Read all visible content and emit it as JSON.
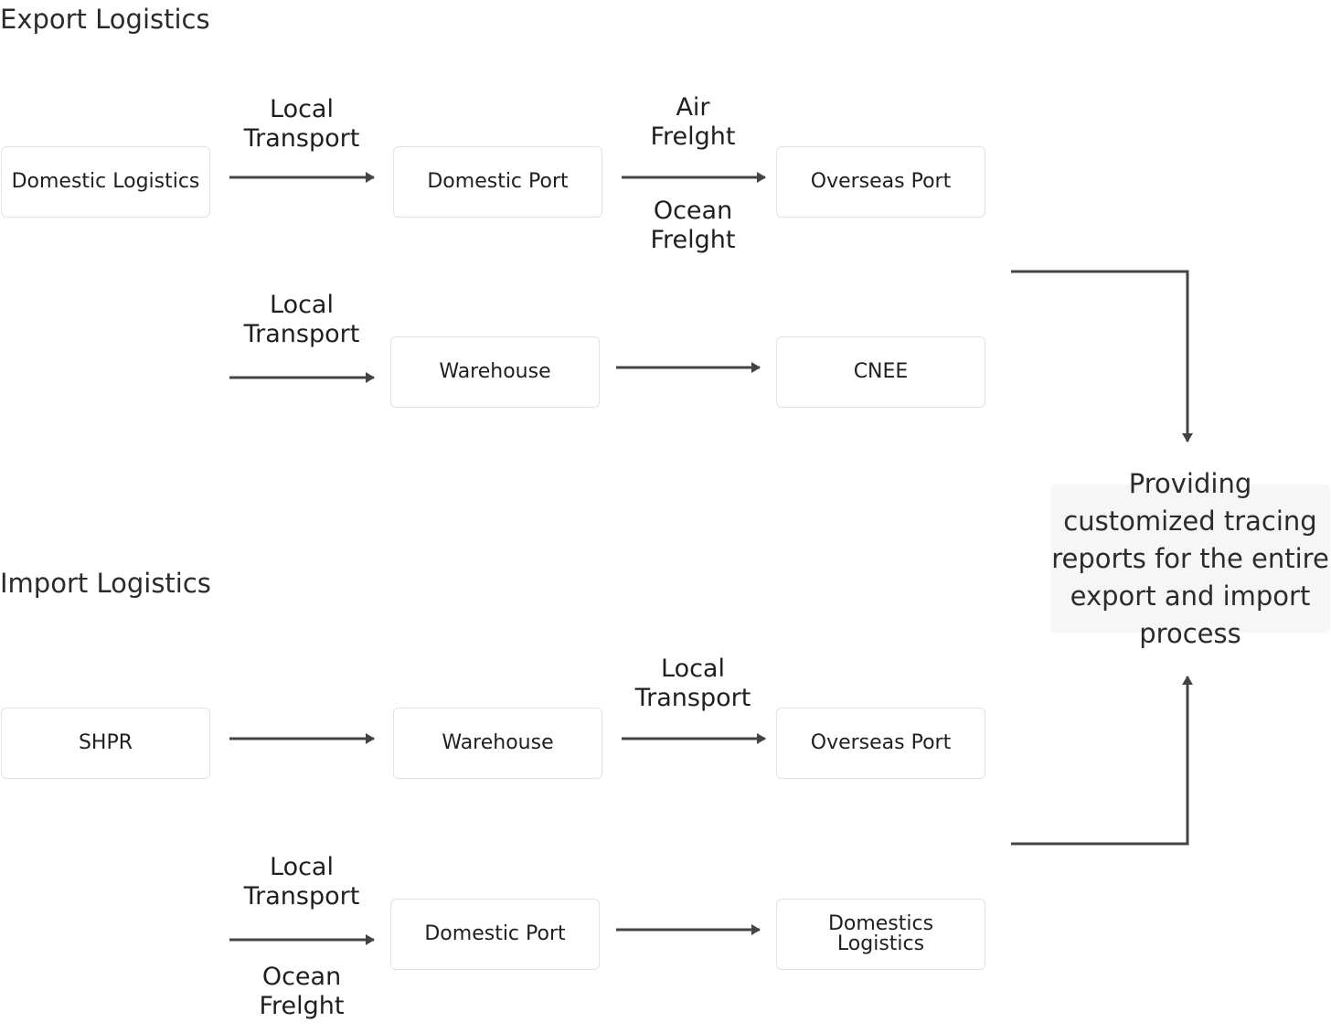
{
  "sections": {
    "export_title": "Export Logistics",
    "import_title": "Import Logistics"
  },
  "nodes": {
    "export_domestic_logistics": "Domestic Logistics",
    "export_domestic_port": "Domestic Port",
    "export_overseas_port": "Overseas Port",
    "export_warehouse": "Warehouse",
    "export_cnee": "CNEE",
    "import_shpr": "SHPR",
    "import_warehouse": "Warehouse",
    "import_overseas_port": "Overseas Port",
    "import_domestic_port": "Domestic Port",
    "import_domestics_logistics_line1": "Domestics",
    "import_domestics_logistics_line2": "Logistics"
  },
  "edge_labels": {
    "export_local_transport_1": "Local\nTransport",
    "export_air_freight": "Air\nFrelght",
    "export_ocean_freight": "Ocean\nFrelght",
    "export_local_transport_2": "Local\nTransport",
    "import_local_transport_1": "Local\nTransport",
    "import_local_transport_2": "Local\nTransport",
    "import_ocean_freight": "Ocean\nFrelght"
  },
  "note": {
    "text": "Providing customized tracing reports for the entire export and import process"
  },
  "colors": {
    "arrow": "#444444",
    "node_border": "#e2e2e2",
    "note_background": "#f6f6f6"
  }
}
